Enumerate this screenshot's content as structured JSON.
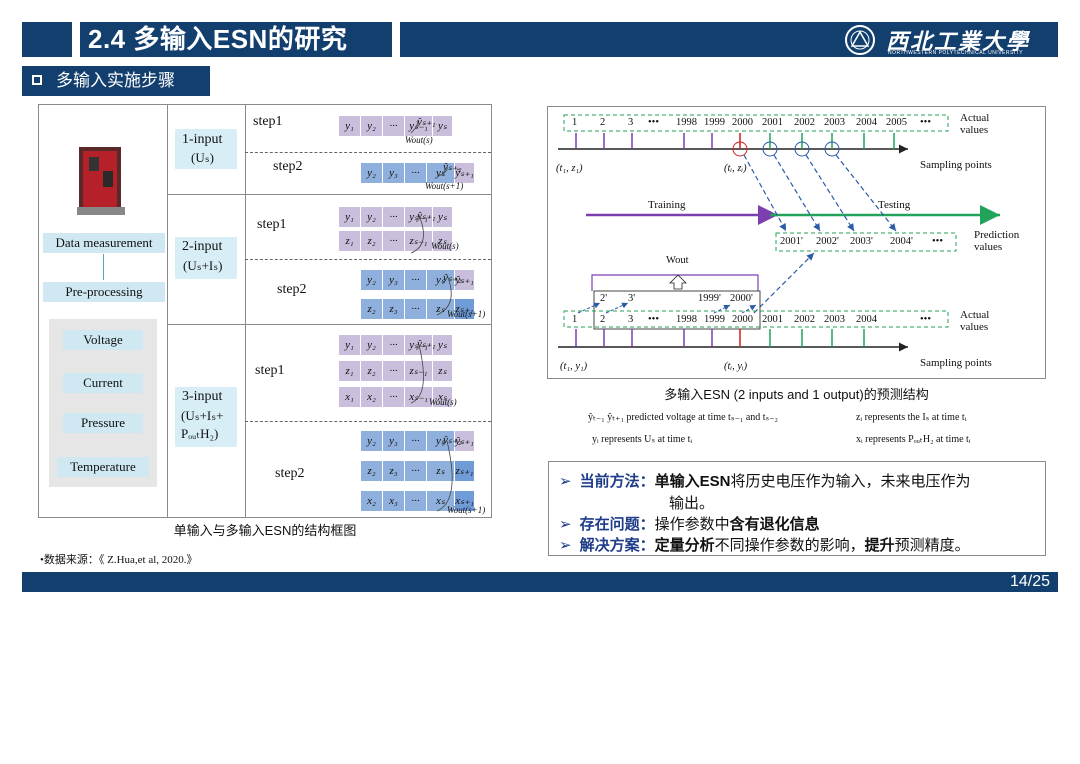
{
  "header": {
    "title": "2.4 多输入ESN的研究",
    "logo_text": "西北工業大學",
    "logo_sub": "NORTHWESTERN POLYTECHNICAL UNIVERSITY"
  },
  "subheader": {
    "label": "多输入实施步骤"
  },
  "left_figure": {
    "caption": "单输入与多输入ESN的结构框图",
    "source": "•数据来源：《 Z.Hua,et al, 2020.》",
    "process": {
      "data_measurement": "Data measurement",
      "pre_processing": "Pre-processing"
    },
    "parameters": [
      "Voltage",
      "Current",
      "Pressure",
      "Temperature"
    ],
    "groups": [
      {
        "label1": "1-input",
        "label2": "(Uₛ)",
        "label3": ""
      },
      {
        "label1": "2-input",
        "label2": "(Uₛ+Iₛ)",
        "label3": ""
      },
      {
        "label1": "3-input",
        "label2": "(Uₛ+Iₛ+",
        "label3": "PₒᵤₜH₂)"
      }
    ],
    "step1": "step1",
    "step2": "step2",
    "seq": {
      "y_step1": [
        "y₁",
        "y₂",
        "···",
        "yₛ₋₁",
        "yₛ"
      ],
      "y_step2": [
        "y₂",
        "y₃",
        "···",
        "yₛ",
        "ŷₛ₊₁"
      ],
      "z_step1": [
        "z₁",
        "z₂",
        "···",
        "zₛ₋₁",
        "zₛ"
      ],
      "z_step2": [
        "z₂",
        "z₃",
        "···",
        "zₛ",
        "zₛ₊₁"
      ],
      "x_step1": [
        "x₁",
        "x₂",
        "···",
        "xₛ₋₁",
        "xₛ"
      ],
      "x_step2": [
        "x₂",
        "x₃",
        "···",
        "xₛ",
        "xₛ₊₁"
      ]
    },
    "out": {
      "yhat1": "ŷₛ₊₁",
      "yhat2": "ŷₛ₊₂",
      "w_s": "Wout(s)",
      "w_s1": "Wout(s+1)"
    }
  },
  "right_figure": {
    "caption": "多输入ESN (2 inputs and 1 output)的预测结构",
    "actual_values": "Actual values",
    "sampling_points": "Sampling points",
    "training": "Training",
    "testing": "Testing",
    "prediction_values": "Prediction values",
    "wout": "Wout",
    "top_seq": [
      "1",
      "2",
      "3",
      "•••",
      "1998",
      "1999",
      "2000",
      "2001",
      "2002",
      "2003",
      "2004",
      "2005",
      "•••"
    ],
    "pred_seq": [
      "2001'",
      "2002'",
      "2003'",
      "2004'",
      "•••"
    ],
    "mid_seq": [
      "2'",
      "3'",
      "1999'",
      "2000'"
    ],
    "bot_seq": [
      "1",
      "2",
      "3",
      "•••",
      "1998",
      "1999",
      "2000",
      "2001",
      "2002",
      "2003",
      "2004",
      "•••"
    ],
    "t1z1": "(t₁, z₁)",
    "tizi": "(tᵢ, zᵢ)",
    "t1y1": "(t₁, y₁)",
    "tiyi": "(tᵢ, yᵢ)",
    "legend": {
      "l1": "ŷₜ₋₁  ŷₜ₊₁  predicted voltage at time tₛ₋₁ and tₛ₋₂",
      "l2": "zᵢ represents the Iₛ at time tᵢ",
      "l3": "yᵢ represents Uₛ at time tᵢ",
      "l4": "xᵢ represents PₒᵤₜH₂ at time tᵢ"
    }
  },
  "bullets": [
    {
      "head": "当前方法：",
      "b1": "单输入ESN",
      "t1": "将历史电压作为输入，未来电压作为",
      "t2": "输出。"
    },
    {
      "head": "存在问题：",
      "t1": "操作参数中",
      "b1": "含有退化信息"
    },
    {
      "head": "解决方案：",
      "b1": "定量分析",
      "t1": "不同操作参数的影响，",
      "b2": "提升",
      "t2": "预测精度。"
    }
  ],
  "footer": {
    "page": "14/25"
  }
}
